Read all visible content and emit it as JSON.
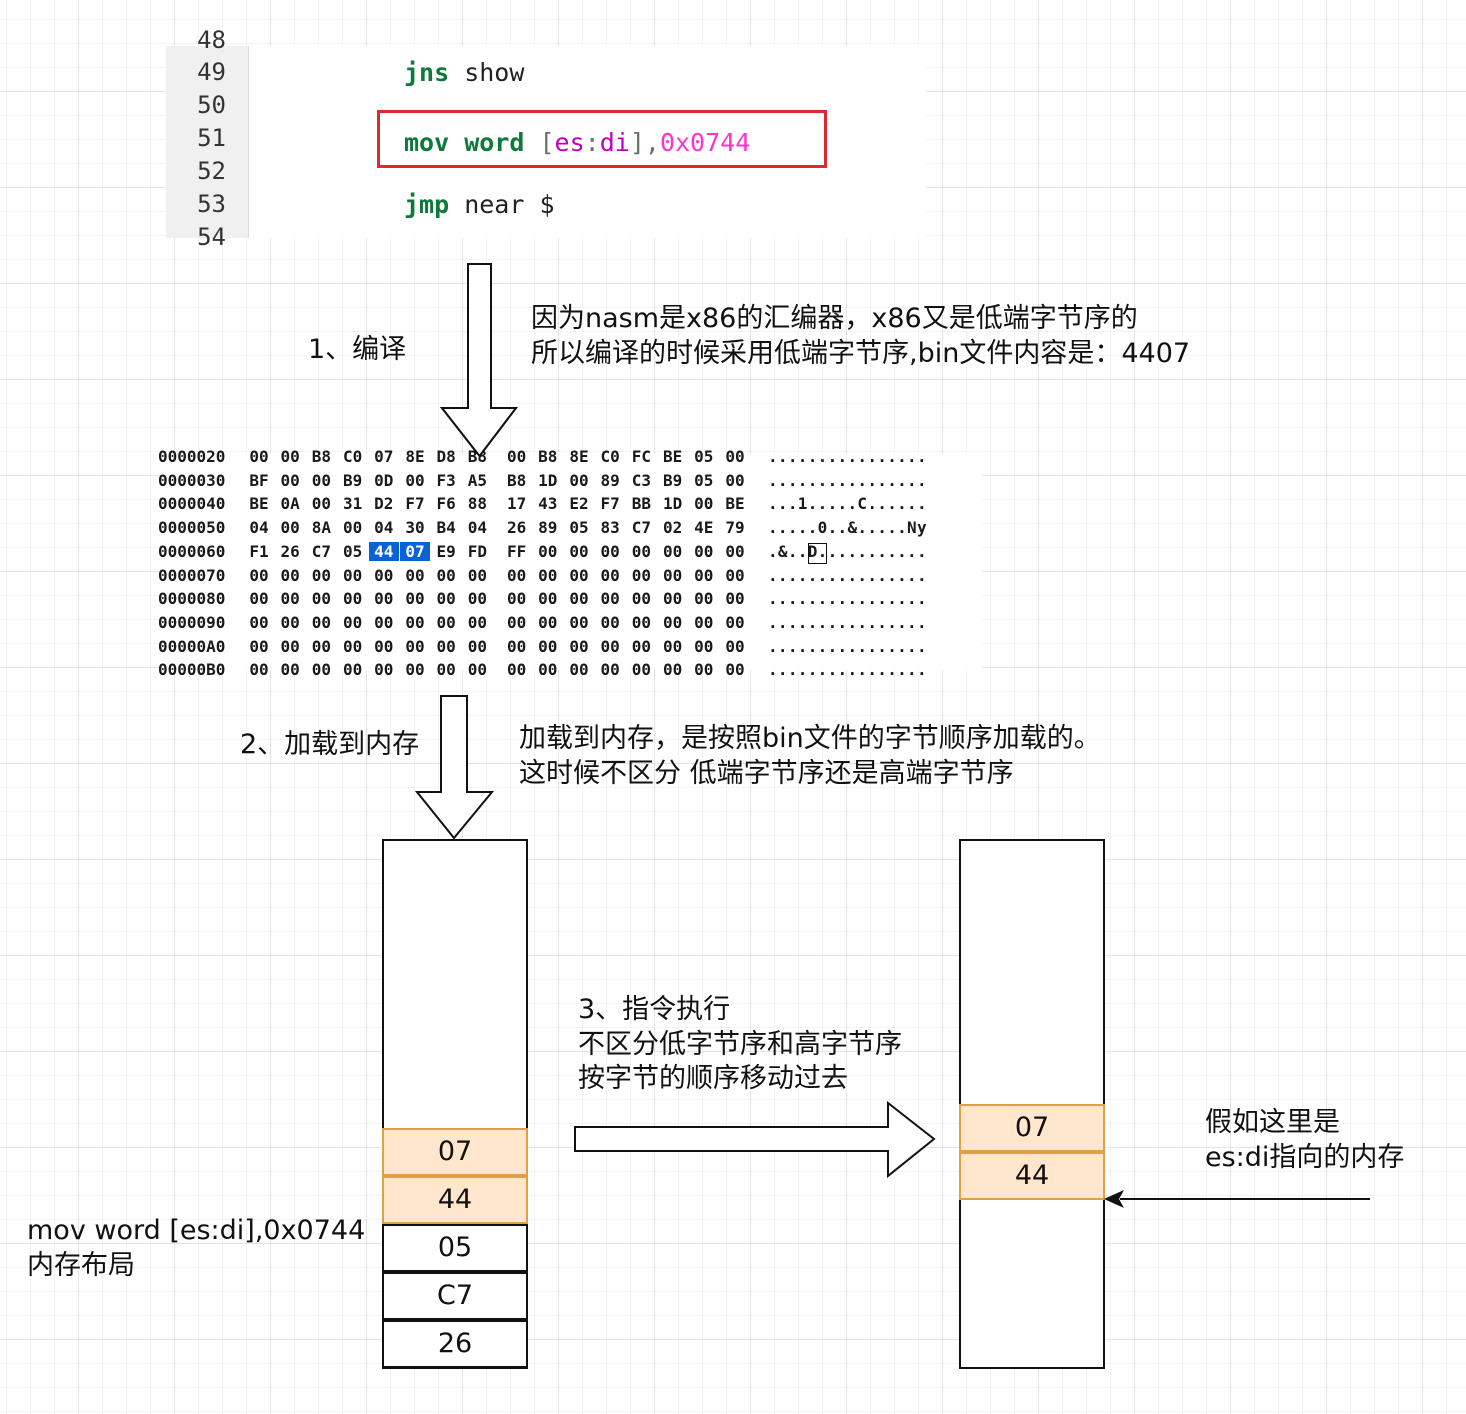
{
  "code": {
    "lines": [
      {
        "num": "49",
        "tokens": [
          {
            "t": "jns",
            "c": "kw"
          },
          {
            "t": " show",
            "c": "txt"
          }
        ]
      },
      {
        "num": "50",
        "tokens": []
      },
      {
        "num": "51",
        "tokens": [
          {
            "t": "mov",
            "c": "kw"
          },
          {
            "t": " ",
            "c": "txt"
          },
          {
            "t": "word",
            "c": "kw"
          },
          {
            "t": " [",
            "c": "reg"
          },
          {
            "t": "es",
            "c": "reg2"
          },
          {
            "t": ":",
            "c": "reg"
          },
          {
            "t": "di",
            "c": "reg2"
          },
          {
            "t": "],",
            "c": "reg"
          },
          {
            "t": "0x0744",
            "c": "num"
          }
        ]
      },
      {
        "num": "52",
        "tokens": []
      },
      {
        "num": "53",
        "tokens": [
          {
            "t": "jmp",
            "c": "kw"
          },
          {
            "t": " near $",
            "c": "txt"
          }
        ]
      }
    ],
    "partial_top_num": "48",
    "partial_bottom_num": "54"
  },
  "hexdump": {
    "rows": [
      {
        "offset": "0000020",
        "bytes": [
          "00",
          "00",
          "B8",
          "C0",
          "07",
          "8E",
          "D8",
          "B8",
          "00",
          "B8",
          "8E",
          "C0",
          "FC",
          "BE",
          "05",
          "00"
        ],
        "ascii": "................"
      },
      {
        "offset": "0000030",
        "bytes": [
          "BF",
          "00",
          "00",
          "B9",
          "0D",
          "00",
          "F3",
          "A5",
          "B8",
          "1D",
          "00",
          "89",
          "C3",
          "B9",
          "05",
          "00"
        ],
        "ascii": "................"
      },
      {
        "offset": "0000040",
        "bytes": [
          "BE",
          "0A",
          "00",
          "31",
          "D2",
          "F7",
          "F6",
          "88",
          "17",
          "43",
          "E2",
          "F7",
          "BB",
          "1D",
          "00",
          "BE"
        ],
        "ascii": "...1.....C......"
      },
      {
        "offset": "0000050",
        "bytes": [
          "04",
          "00",
          "8A",
          "00",
          "04",
          "30",
          "B4",
          "04",
          "26",
          "89",
          "05",
          "83",
          "C7",
          "02",
          "4E",
          "79"
        ],
        "ascii": ".....0..&.....Ny"
      },
      {
        "offset": "0000060",
        "bytes": [
          "F1",
          "26",
          "C7",
          "05",
          "44",
          "07",
          "E9",
          "FD",
          "FF",
          "00",
          "00",
          "00",
          "00",
          "00",
          "00",
          "00"
        ],
        "ascii": ".&..D..........."
      },
      {
        "offset": "0000070",
        "bytes": [
          "00",
          "00",
          "00",
          "00",
          "00",
          "00",
          "00",
          "00",
          "00",
          "00",
          "00",
          "00",
          "00",
          "00",
          "00",
          "00"
        ],
        "ascii": "................"
      },
      {
        "offset": "0000080",
        "bytes": [
          "00",
          "00",
          "00",
          "00",
          "00",
          "00",
          "00",
          "00",
          "00",
          "00",
          "00",
          "00",
          "00",
          "00",
          "00",
          "00"
        ],
        "ascii": "................"
      },
      {
        "offset": "0000090",
        "bytes": [
          "00",
          "00",
          "00",
          "00",
          "00",
          "00",
          "00",
          "00",
          "00",
          "00",
          "00",
          "00",
          "00",
          "00",
          "00",
          "00"
        ],
        "ascii": "................"
      },
      {
        "offset": "00000A0",
        "bytes": [
          "00",
          "00",
          "00",
          "00",
          "00",
          "00",
          "00",
          "00",
          "00",
          "00",
          "00",
          "00",
          "00",
          "00",
          "00",
          "00"
        ],
        "ascii": "................"
      },
      {
        "offset": "00000B0",
        "bytes": [
          "00",
          "00",
          "00",
          "00",
          "00",
          "00",
          "00",
          "00",
          "00",
          "00",
          "00",
          "00",
          "00",
          "00",
          "00",
          "00"
        ],
        "ascii": "................"
      }
    ],
    "selected": {
      "row": 4,
      "cols": [
        4,
        5
      ]
    }
  },
  "labels": {
    "step1": "1、编译",
    "note1_line1": "因为nasm是x86的汇编器，x86又是低端字节序的",
    "note1_line2": "所以编译的时候采用低端字节序,bin文件内容是：4407",
    "step2": "2、加载到内存",
    "note2_line1": "加载到内存，是按照bin文件的字节顺序加载的。",
    "note2_line2": "这时候不区分 低端字节序还是高端字节序",
    "step3_line1": "3、指令执行",
    "step3_line2": "不区分低字节序和高字节序",
    "step3_line3": "按字节的顺序移动过去",
    "layout_line1": "mov word [es:di],0x0744",
    "layout_line2": "内存布局",
    "target_line1": "假如这里是",
    "target_line2": "es:di指向的内存"
  },
  "memory_left": {
    "cells": [
      {
        "value": "07",
        "highlight": true
      },
      {
        "value": "44",
        "highlight": true
      },
      {
        "value": "05",
        "highlight": false
      },
      {
        "value": "C7",
        "highlight": false
      },
      {
        "value": "26",
        "highlight": false
      }
    ]
  },
  "memory_right": {
    "cells": [
      {
        "value": "07",
        "highlight": true
      },
      {
        "value": "44",
        "highlight": true
      }
    ]
  },
  "colors": {
    "highlight_fill": "#ffe6cc",
    "highlight_stroke": "#e0a044",
    "code_box_red": "#e0282e",
    "hex_selection": "#0a62d6"
  }
}
